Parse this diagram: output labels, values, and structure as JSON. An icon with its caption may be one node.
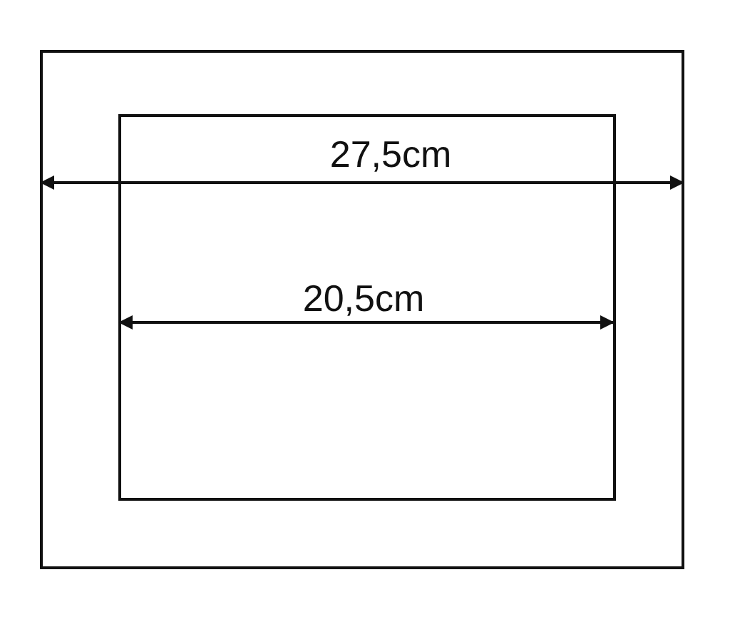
{
  "diagram": {
    "nodes": [
      {
        "text": [],
        "shape": "box"
      },
      {
        "text": [],
        "shape": "box",
        "in": 0
      }
    ],
    "labels": [
      "27,5cm",
      "20,5cm"
    ]
  }
}
